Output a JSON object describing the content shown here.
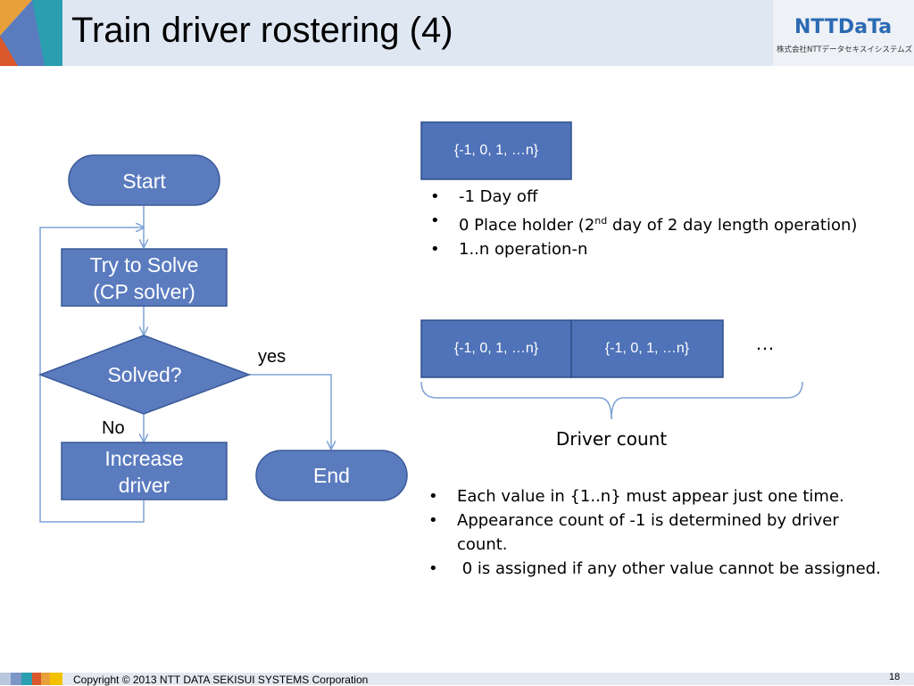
{
  "slide": {
    "title": "Train driver rostering (4)",
    "logo_main": "NTTDaTa",
    "logo_sub": "株式会社NTTデータセキスイシステムズ",
    "copyright": "Copyright © 2013 NTT DATA SEKISUI SYSTEMS Corporation",
    "page_number": "18"
  },
  "flowchart": {
    "start": "Start",
    "try_line1": "Try to Solve",
    "try_line2": "(CP solver)",
    "decision": "Solved?",
    "yes_label": "yes",
    "no_label": "No",
    "increase_line1": "Increase",
    "increase_line2": "driver",
    "end": "End"
  },
  "domain_box": {
    "value": "{-1, 0, 1, …n}",
    "bullets": [
      {
        "text": "-1  Day off"
      },
      {
        "pre": "0  Place holder (2",
        "sup": "nd",
        "post": " day of 2 day length operation)"
      },
      {
        "text": "1..n   operation-n"
      }
    ]
  },
  "array": {
    "cells": [
      "{-1, 0, 1, …n}",
      "{-1, 0, 1, …n}"
    ],
    "ellipsis": "…",
    "brace_label": "Driver count",
    "bullets": [
      "Each value in {1..n}  must appear just one time.",
      "Appearance count of -1 is determined by driver count.",
      " 0 is assigned if any other value cannot be assigned."
    ]
  },
  "colors": {
    "node_fill": "#5b7bbf",
    "node_stroke": "#3a5a97",
    "cell_fill": "#4f72b8",
    "cell_stroke": "#2f4f8a",
    "connector": "#7fa3d6"
  }
}
